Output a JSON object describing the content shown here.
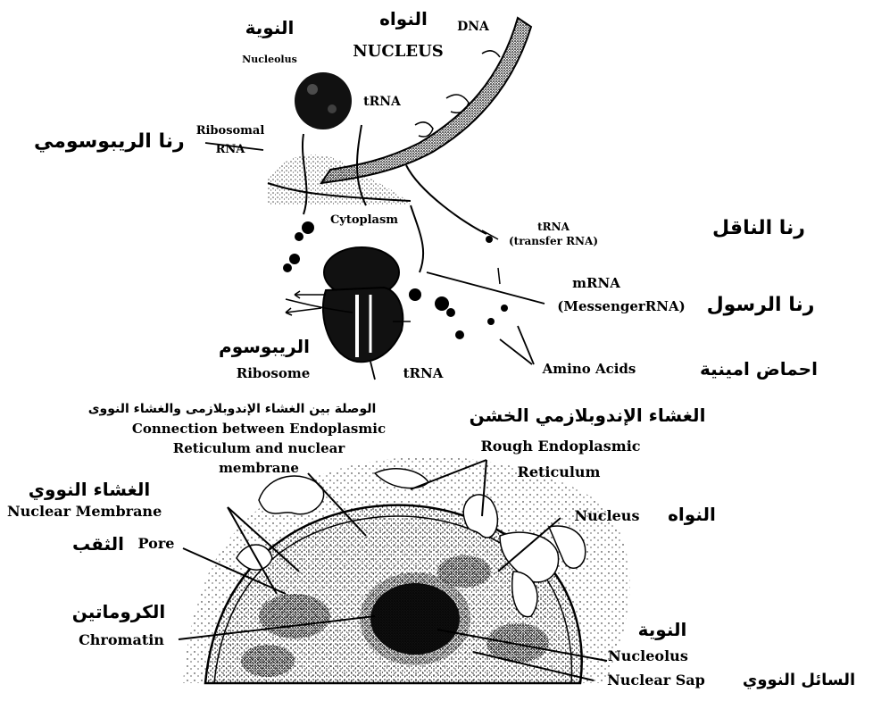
{
  "top": {
    "nucleolus_ar": "النوية",
    "nucleolus_en": "Nucleolus",
    "nucleus_ar": "النواه",
    "nucleus_en": "NUCLEUS",
    "dna": "DNA",
    "trna_top": "tRNA",
    "ribosomal_rna_ar": "رنا الريبوسومي",
    "ribosomal_rna_en_1": "Ribosomal",
    "ribosomal_rna_en_2": "RNA",
    "cytoplasm": "Cytoplasm",
    "trna_transfer_1": "tRNA",
    "trna_transfer_2": "(transfer RNA)",
    "trna_transfer_ar": "رنا الناقل",
    "mrna_en_1": "mRNA",
    "mrna_en_2": "(MessengerRNA)",
    "mrna_ar": "رنا الرسول",
    "ribosome_ar": "الريبوسوم",
    "ribosome_en": "Ribosome",
    "trna_bottom": "tRNA",
    "amino_acids_en": "Amino Acids",
    "amino_acids_ar": "احماض امينية"
  },
  "bottom": {
    "connection_ar": "الوصلة بين الغشاء الإندوبلازمى والغشاء النووى",
    "connection_en_1": "Connection between Endoplasmic",
    "connection_en_2": "Reticulum and nuclear",
    "connection_en_3": "membrane",
    "rer_ar": "الغشاء الإندوبلازمي الخشن",
    "rer_en_1": "Rough Endoplasmic",
    "rer_en_2": "Reticulum",
    "nuclear_membrane_ar": "الغشاء النووي",
    "nuclear_membrane_en": "Nuclear Membrane",
    "nucleus_en": "Nucleus",
    "nucleus_ar": "النواه",
    "pore_en": "Pore",
    "pore_ar": "الثقب",
    "chromatin_ar": "الكروماتين",
    "chromatin_en": "Chromatin",
    "nucleolus_ar": "النوية",
    "nucleolus_en": "Nucleolus",
    "nuclear_sap_en": "Nuclear Sap",
    "nuclear_sap_ar": "السائل النووي"
  }
}
